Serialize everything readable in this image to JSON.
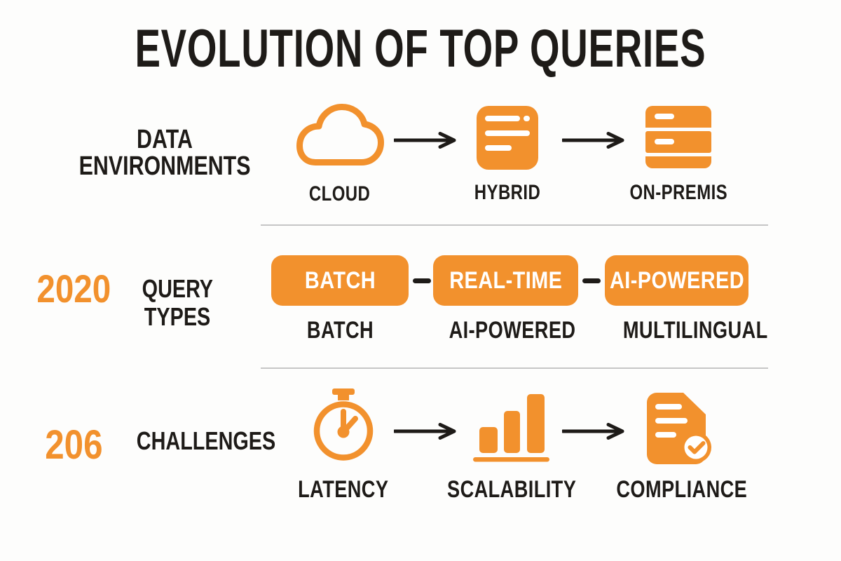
{
  "title": "EVOLUTION OF TOP QUERIES",
  "colors": {
    "accent_orange": "#F2912D",
    "text_black": "#1E1B18",
    "pill_text_white": "#FFFFFF",
    "divider_gray": "#C6C6C6",
    "background": "#FDFDFC"
  },
  "rows": {
    "environments": {
      "label_line1": "DATA",
      "label_line2": "ENVIRONMENTS",
      "items": [
        {
          "icon": "cloud-icon",
          "label": "CLOUD"
        },
        {
          "icon": "document-list-icon",
          "label": "HYBRID"
        },
        {
          "icon": "server-stack-icon",
          "label": "ON-PREMIS"
        }
      ]
    },
    "query_types": {
      "year": "2020",
      "label_line1": "QUERY",
      "label_line2": "TYPES",
      "pills": [
        {
          "pill_label": "BATCH",
          "sub_label": "BATCH"
        },
        {
          "pill_label": "REAL-TIME",
          "sub_label": "AI-POWERED"
        },
        {
          "pill_label": "AI-POWERED",
          "sub_label": "MULTILINGUAL"
        }
      ]
    },
    "challenges": {
      "number": "206",
      "label": "CHALLENGES",
      "items": [
        {
          "icon": "stopwatch-icon",
          "label": "LATENCY"
        },
        {
          "icon": "bar-chart-icon",
          "label": "SCALABILITY"
        },
        {
          "icon": "document-check-icon",
          "label": "COMPLIANCE"
        }
      ]
    }
  }
}
